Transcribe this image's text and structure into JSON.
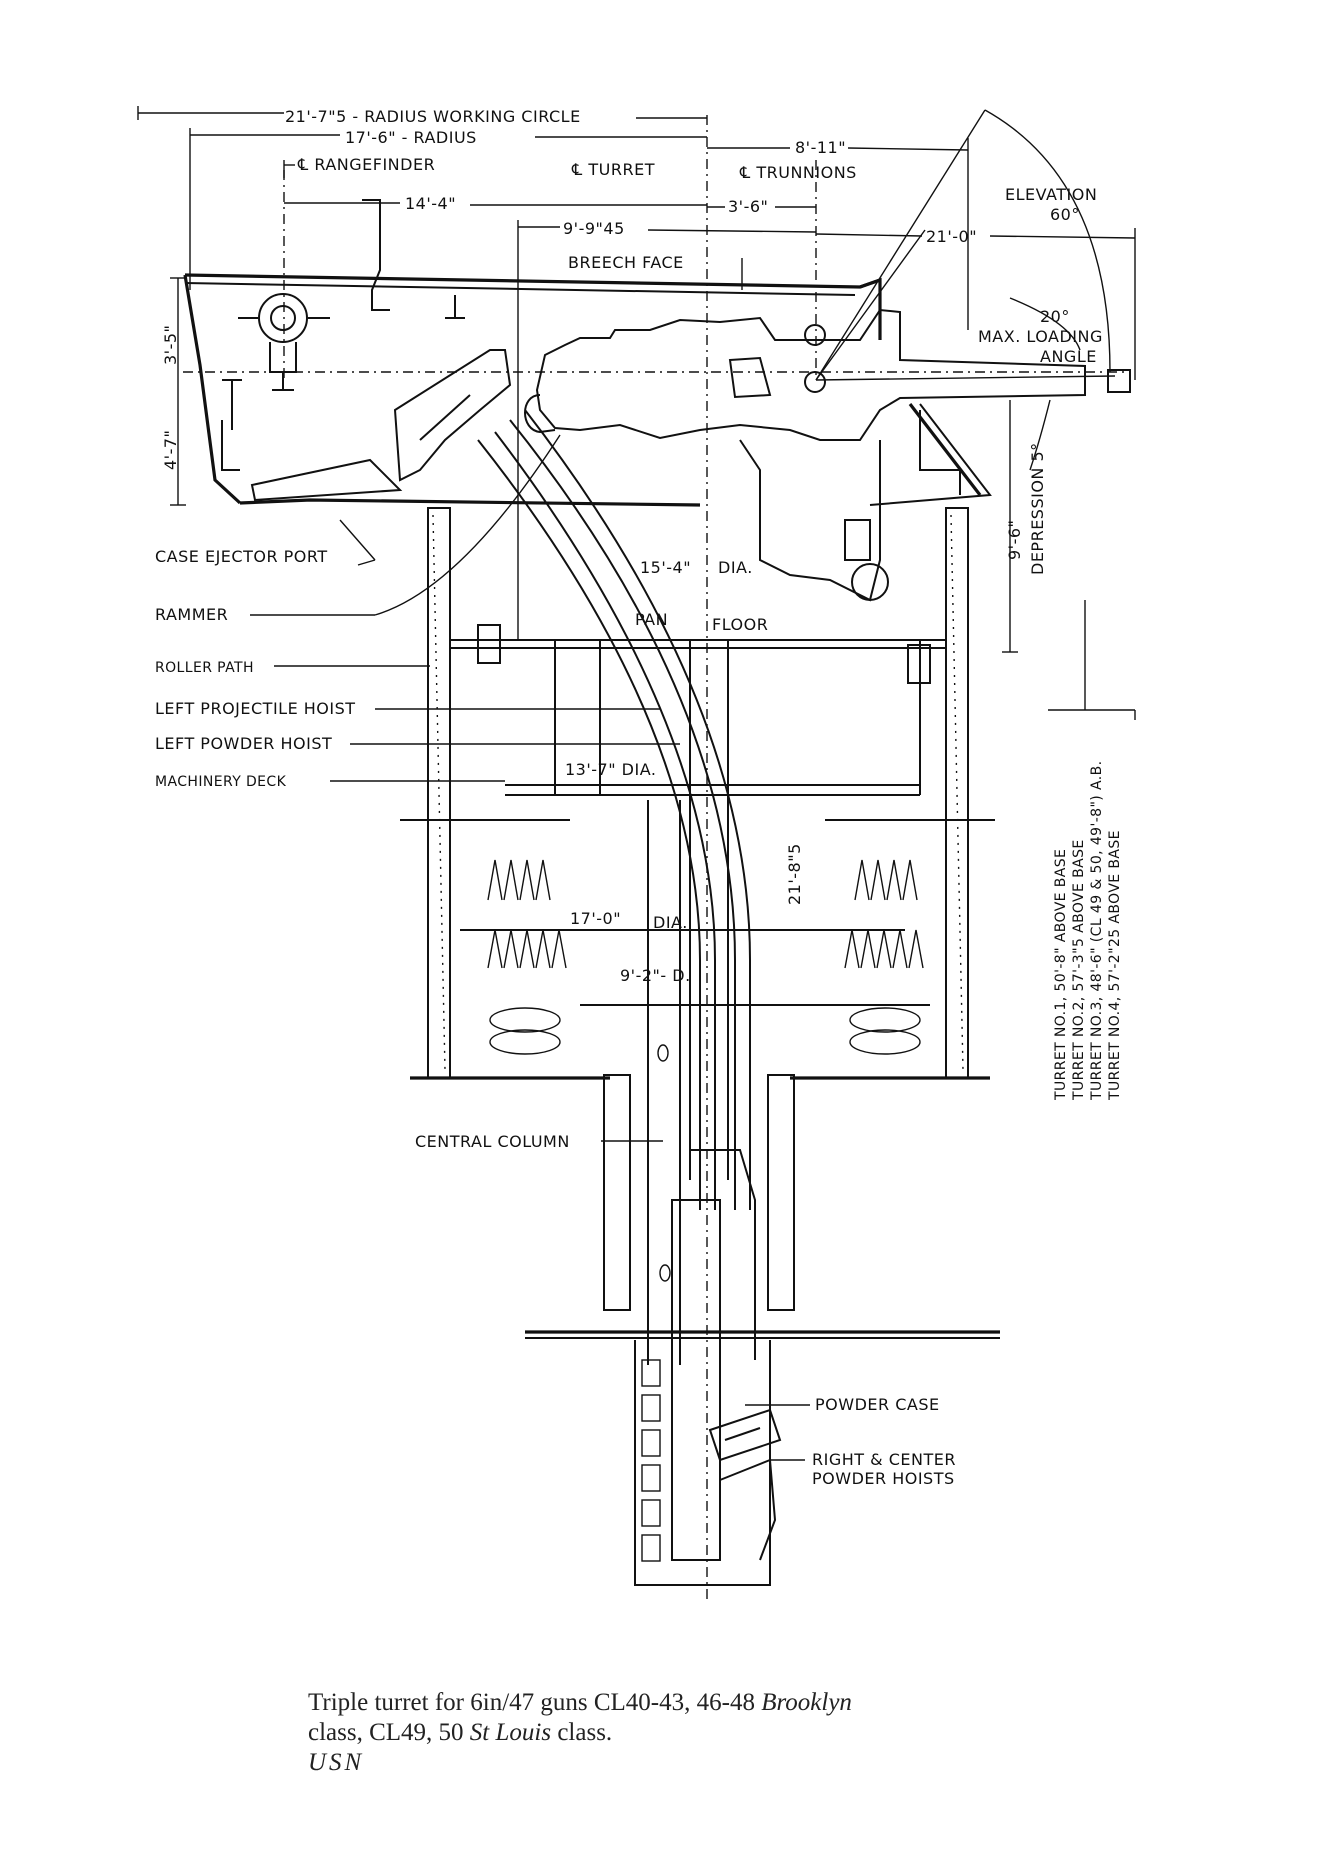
{
  "labels": {
    "radius_working_circle": "21'-7\"5 - RADIUS WORKING CIRCLE",
    "radius_17": "17'-6\" - RADIUS",
    "rangefinder": "℄ RANGEFINDER",
    "turret": "℄ TURRET",
    "trunnions": "℄ TRUNNIONS",
    "dim_8_11": "8'-11\"",
    "dim_14_4": "14'-4\"",
    "dim_3_6": "3'-6\"",
    "dim_9_9_45": "9'-9\"45",
    "dim_21_0": "21'-0\"",
    "breech_face": "BREECH FACE",
    "elevation": "ELEVATION",
    "elevation_value": "60°",
    "loading_value": "20°",
    "max_loading": "MAX. LOADING",
    "angle": "ANGLE",
    "depression": "DEPRESSION 5°",
    "dim_3_5": "3'-5\"",
    "dim_4_7": "4'-7\"",
    "dim_9_6": "9'-6\"",
    "dia_15_4": "15'-4\"",
    "dia_word": "DIA.",
    "pan": "PAN",
    "floor": "FLOOR",
    "dia_13_7": "13'-7\" DIA.",
    "dim_21_8_5": "21'-8\"5",
    "dia_17_0": "17'-0\"",
    "dia_word_2": "DIA.",
    "dim_9_2": "9'-2\"- D.",
    "case_ejector_port": "CASE EJECTOR PORT",
    "rammer": "RAMMER",
    "roller_path": "ROLLER PATH",
    "left_projectile_hoist": "LEFT PROJECTILE HOIST",
    "left_powder_hoist": "LEFT POWDER HOIST",
    "machinery_deck": "MACHINERY DECK",
    "central_column": "CENTRAL COLUMN",
    "powder_case": "POWDER CASE",
    "right_center_1": "RIGHT & CENTER",
    "right_center_2": "POWDER HOISTS"
  },
  "turret_heights": [
    "TURRET NO.1, 50'-8\" ABOVE BASE",
    "TURRET NO.2, 57'-3\"5 ABOVE BASE",
    "TURRET NO.3, 48'-6\" (CL 49 & 50, 49'-8\") A.B.",
    "TURRET NO.4, 57'-2\"25 ABOVE BASE"
  ],
  "caption": {
    "line1_a": "Triple turret for 6in/47 guns CL40-43, 46-48 ",
    "line1_b": "Brooklyn",
    "line2_a": "class, CL49, 50 ",
    "line2_b": "St Louis",
    "line2_c": " class.",
    "credit": "USN"
  }
}
